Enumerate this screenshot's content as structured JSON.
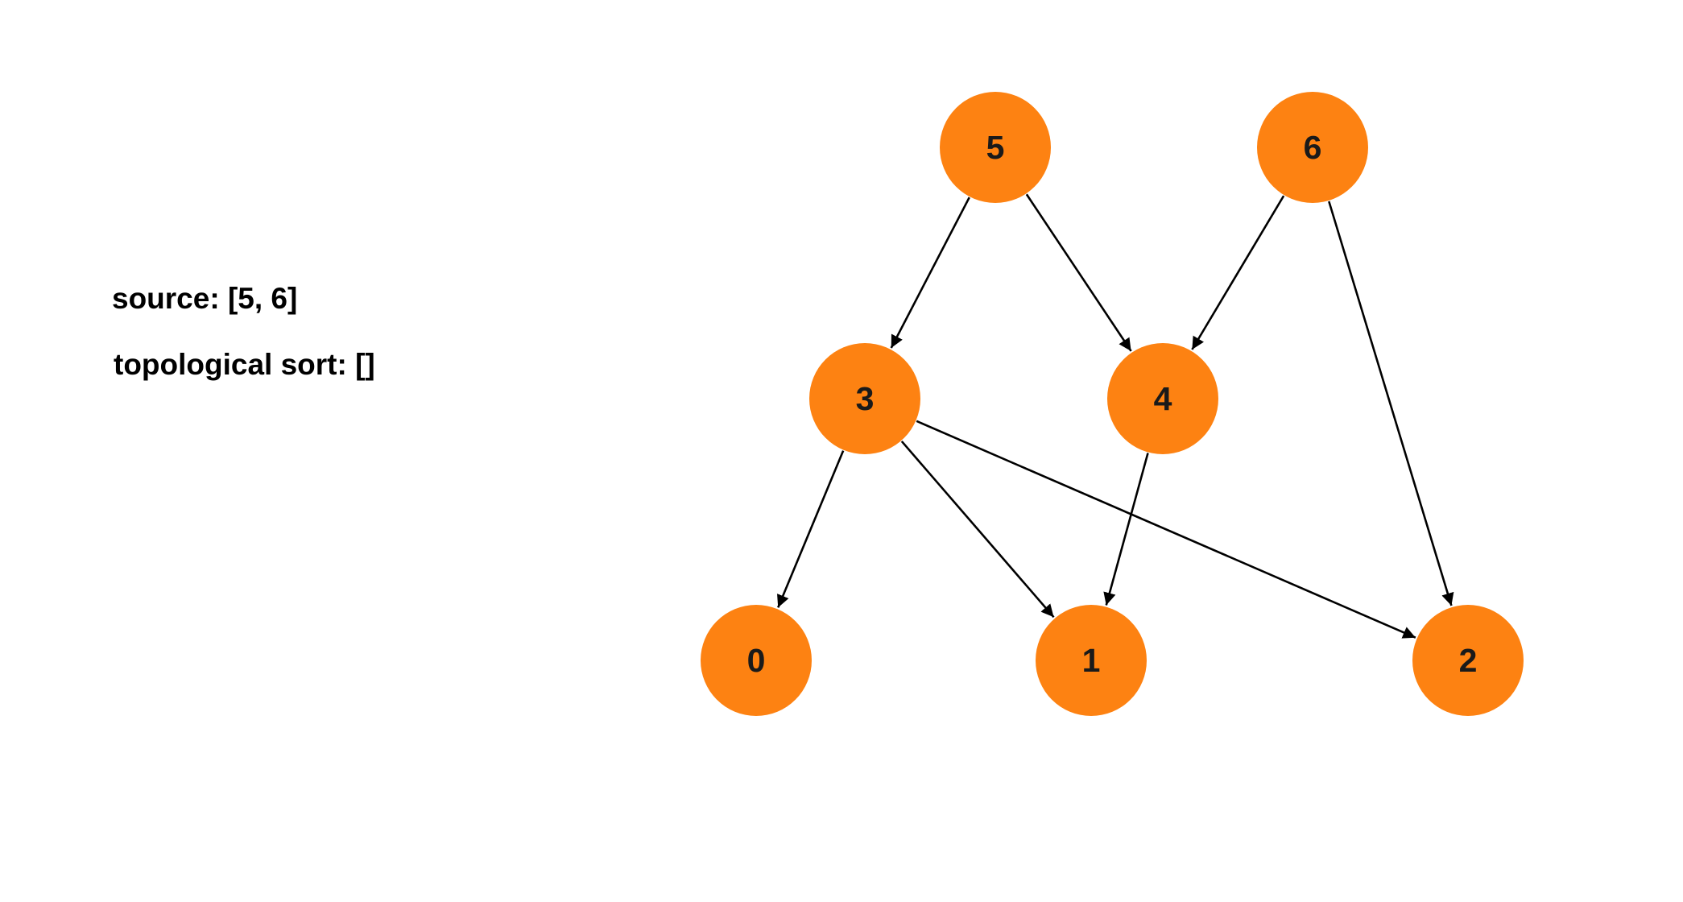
{
  "info": {
    "source_label": "source:",
    "source_value": "[5, 6]",
    "topo_label": "topological sort:",
    "topo_value": "[]"
  },
  "graph": {
    "node_color": "#fd8212",
    "edge_color": "#000000",
    "nodes": [
      {
        "id": "5",
        "label": "5"
      },
      {
        "id": "6",
        "label": "6"
      },
      {
        "id": "3",
        "label": "3"
      },
      {
        "id": "4",
        "label": "4"
      },
      {
        "id": "0",
        "label": "0"
      },
      {
        "id": "1",
        "label": "1"
      },
      {
        "id": "2",
        "label": "2"
      }
    ],
    "edges": [
      {
        "from": "5",
        "to": "3"
      },
      {
        "from": "5",
        "to": "4"
      },
      {
        "from": "6",
        "to": "4"
      },
      {
        "from": "6",
        "to": "2"
      },
      {
        "from": "3",
        "to": "0"
      },
      {
        "from": "3",
        "to": "1"
      },
      {
        "from": "3",
        "to": "2"
      },
      {
        "from": "4",
        "to": "1"
      }
    ]
  }
}
